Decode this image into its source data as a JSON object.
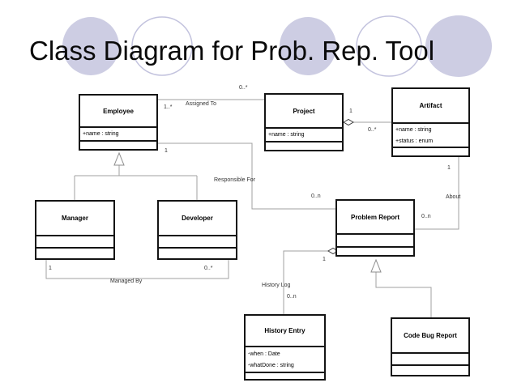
{
  "slide": {
    "title": "Class Diagram for Prob. Rep. Tool"
  },
  "classes": {
    "employee": {
      "name": "Employee",
      "attributes": [
        "+name : string"
      ]
    },
    "project": {
      "name": "Project",
      "attributes": [
        "+name : string"
      ]
    },
    "artifact": {
      "name": "Artifact",
      "attributes": [
        "+name : string",
        "+status : enum"
      ]
    },
    "manager": {
      "name": "Manager",
      "attributes": []
    },
    "developer": {
      "name": "Developer",
      "attributes": []
    },
    "problem_report": {
      "name": "Problem Report",
      "attributes": []
    },
    "history_entry": {
      "name": "History Entry",
      "attributes": [
        "-when : Date",
        "-whatDone : string"
      ]
    },
    "code_bug_report": {
      "name": "Code Bug Report",
      "attributes": []
    }
  },
  "associations": {
    "assigned_to": {
      "label": "Assigned To",
      "employee_mult": "1..*",
      "project_mult": "0..*"
    },
    "project_artifact": {
      "project_mult": "1",
      "artifact_mult": "0..*"
    },
    "responsible_for": {
      "label": "Responsible For",
      "employee_mult": "1",
      "problem_report_mult": "0..n"
    },
    "about": {
      "label": "About",
      "artifact_mult": "1",
      "problem_report_mult": "0..n"
    },
    "managed_by": {
      "label": "Managed By",
      "manager_mult": "1",
      "developer_mult": "0..*"
    },
    "history_log": {
      "label": "History Log",
      "problem_report_mult": "1",
      "history_entry_mult": "0..n"
    }
  },
  "colors": {
    "circle_fill": "#cdcde3",
    "circle_outline": "#c3c3de",
    "connector_line": "#a0a0a0",
    "box_border": "#141414",
    "title_text": "#0a0a0a"
  }
}
